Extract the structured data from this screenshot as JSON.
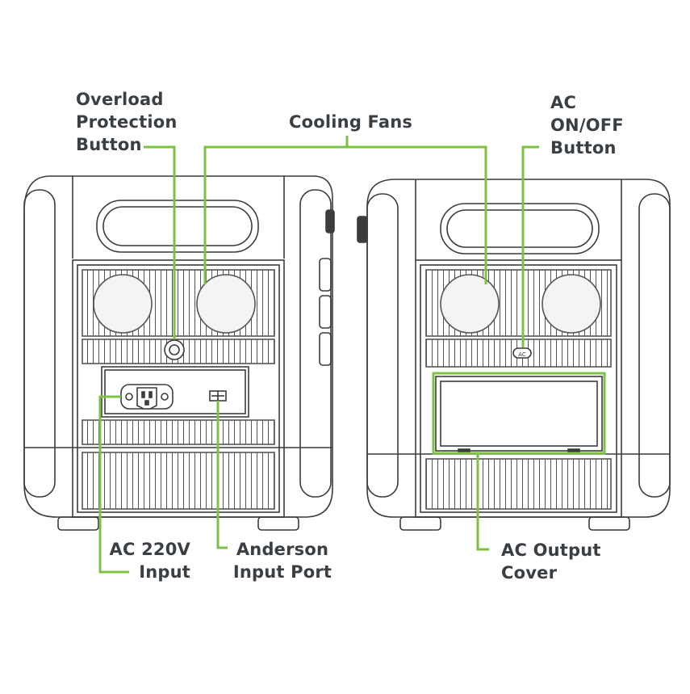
{
  "labels": {
    "overload": [
      "Overload",
      "Protection",
      "Button"
    ],
    "cooling": "Cooling Fans",
    "ac_switch": [
      "AC",
      "ON/OFF",
      "Button"
    ],
    "ac_input": [
      "AC 220V",
      "Input"
    ],
    "anderson": [
      "Anderson",
      "Input Port"
    ],
    "ac_cover": [
      "AC Output",
      "Cover"
    ]
  },
  "icon_text": {
    "ac_button": "AC"
  },
  "colors": {
    "leader": "#7dc242",
    "outline": "#3c3c3c",
    "text": "#3a3f44"
  }
}
